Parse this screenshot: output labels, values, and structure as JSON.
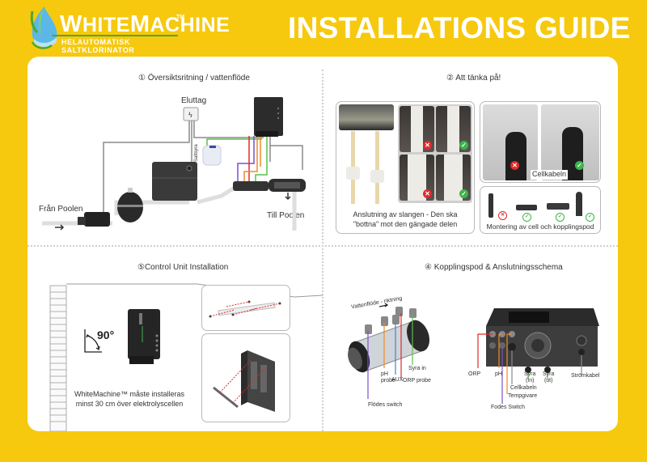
{
  "header": {
    "brand_first": "W",
    "brand_rest1": "HITE",
    "brand_second": "M",
    "brand_rest2": "ACHINE",
    "brand_tm": "TM",
    "brand_subtitle": "HELAUTOMATISK SALTKLORINATOR",
    "title": "INSTALLATIONS GUIDE"
  },
  "colors": {
    "background": "#f6c90e",
    "panel": "#ffffff",
    "logo_green": "#4da82e",
    "wire_red": "#e02a2a",
    "wire_orange": "#f08a24",
    "wire_green": "#5cc14a",
    "wire_purple": "#7a52c7",
    "wire_blue": "#3a86d6",
    "wire_gray": "#8a8a8a"
  },
  "section1": {
    "title": "① Översiktsritning / vattenflöde",
    "labels": {
      "outlet": "Eluttag",
      "acid": "Saltsyra",
      "from_pool": "Från Poolen",
      "to_pool": "Till Poolen"
    }
  },
  "section2": {
    "title": "② Att tänka på!",
    "hose_caption_line1": "Anslutning av slangen - Den ska",
    "hose_caption_line2": "\"bottna\" mot den gängade delen",
    "cable_caption": "Cellkabeln",
    "mount_caption": "Montering av cell och kopplingspod",
    "badge_bad": "✕",
    "badge_good": "✓"
  },
  "section3": {
    "title": "⑤Control Unit Installation",
    "angle": "90°",
    "note_line1": "WhiteMachine™ måste installeras",
    "note_line2": "minst 30 cm över elektrolyscellen"
  },
  "section4": {
    "title": "④ Kopplingspod & Anslutningsschema",
    "flow_direction": "Vattenflöde - riktning",
    "pod_labels": {
      "flow_switch": "Flödes switch",
      "ph_probe_1": "pH",
      "ph_probe_2": "probe",
      "aux": "AUX",
      "orp_probe": "ORP probe",
      "acid_in": "Syra in"
    },
    "unit_labels": {
      "orp": "ORP",
      "ph": "pH",
      "cell_cable": "Cellkabeln",
      "temp_sensor": "Tempgivare",
      "flow_switch": "Fodes Switch",
      "acid_in_1": "Syra",
      "acid_in_2": "(In)",
      "acid_out_1": "Syra",
      "acid_out_2": "(ut)",
      "power_cable": "Strömkabel"
    }
  }
}
